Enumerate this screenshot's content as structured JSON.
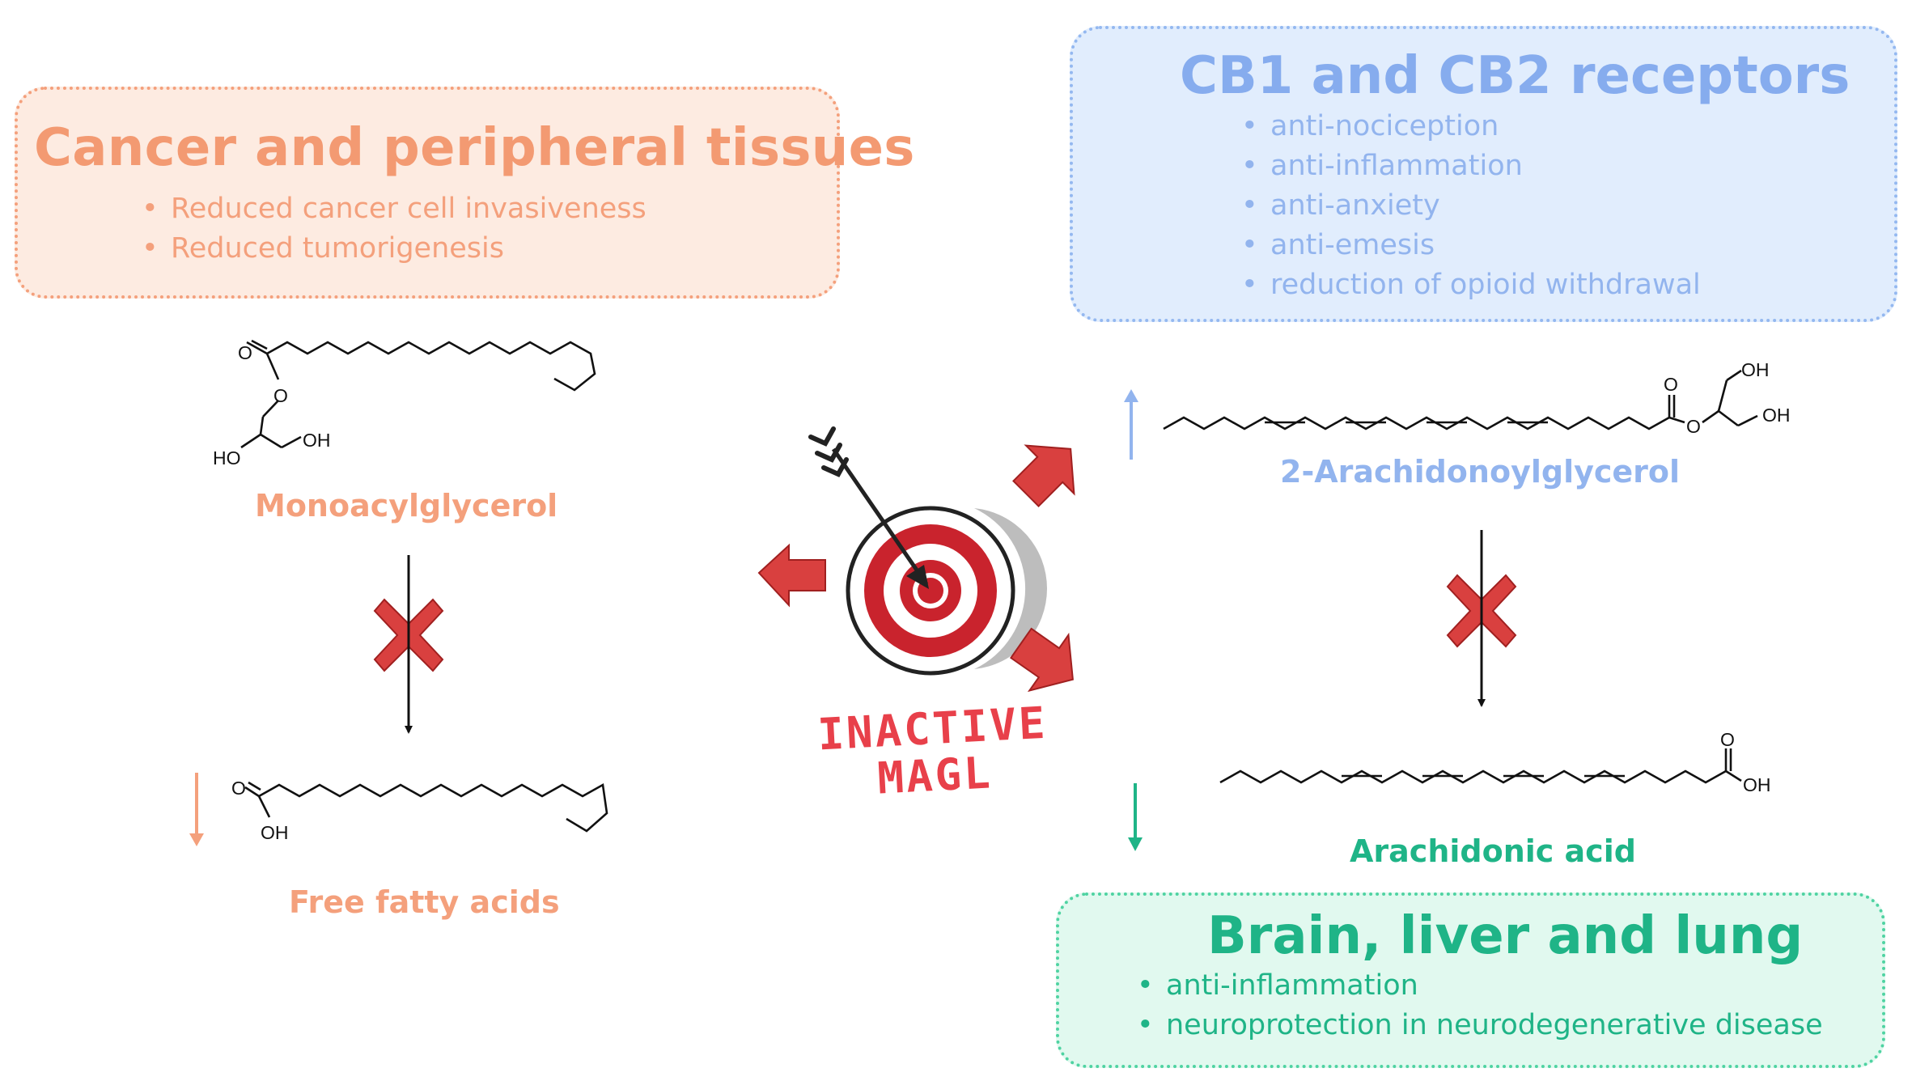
{
  "cancer_box": {
    "title": "Cancer and peripheral tissues",
    "items": [
      "Reduced cancer cell invasiveness",
      "Reduced tumorigenesis"
    ]
  },
  "cb_box": {
    "title": "CB1 and CB2 receptors",
    "items": [
      "anti-nociception",
      "anti-inflammation",
      "anti-anxiety",
      "anti-emesis",
      "reduction of opioid withdrawal"
    ]
  },
  "brain_box": {
    "title": "Brain, liver and lung",
    "items": [
      "anti-inflammation",
      "neuroprotection in neurodegenerative disease"
    ]
  },
  "molecules": {
    "monoacylglycerol": "Monoacylglycerol",
    "free_fatty_acids": "Free fatty acids",
    "two_ag": "2-Arachidonoylglycerol",
    "arachidonic_acid": "Arachidonic acid"
  },
  "atoms": {
    "O": "O",
    "OH": "OH",
    "HO": "HO"
  },
  "center": {
    "line1": "INACTIVE",
    "line2": "MAGL"
  },
  "colors": {
    "cancer": "#f4a07c",
    "cb": "#92b4ee",
    "brain": "#1fb487",
    "target_red": "#c9232d",
    "block_red": "#d9403f",
    "inactive_text": "#e8404a"
  },
  "icons": [
    "target-icon",
    "arrow-icon",
    "block-x-icon",
    "trend-up-icon",
    "trend-down-icon"
  ]
}
